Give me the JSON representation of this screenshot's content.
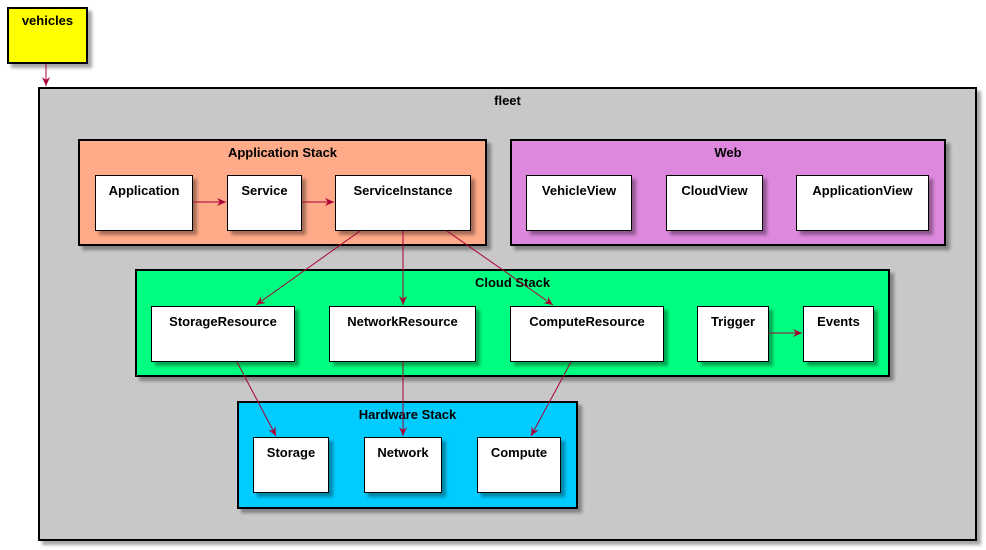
{
  "colors": {
    "vehicles": "#ffff00",
    "fleet": "#c8c8c8",
    "application_stack": "#ffaa88",
    "web": "#dd88dd",
    "cloud_stack": "#00ff80",
    "hardware_stack": "#00ccff",
    "arrow": "#a80036"
  },
  "vehicles": {
    "label": "vehicles"
  },
  "fleet": {
    "label": "fleet",
    "application_stack": {
      "label": "Application Stack",
      "nodes": {
        "application": "Application",
        "service": "Service",
        "service_instance": "ServiceInstance"
      }
    },
    "web": {
      "label": "Web",
      "nodes": {
        "vehicle_view": "VehicleView",
        "cloud_view": "CloudView",
        "application_view": "ApplicationView"
      }
    },
    "cloud_stack": {
      "label": "Cloud Stack",
      "nodes": {
        "storage_resource": "StorageResource",
        "network_resource": "NetworkResource",
        "compute_resource": "ComputeResource",
        "trigger": "Trigger",
        "events": "Events"
      }
    },
    "hardware_stack": {
      "label": "Hardware Stack",
      "nodes": {
        "storage": "Storage",
        "network": "Network",
        "compute": "Compute"
      }
    }
  },
  "edges": [
    [
      "vehicles",
      "fleet"
    ],
    [
      "application",
      "service"
    ],
    [
      "service",
      "service_instance"
    ],
    [
      "service_instance",
      "storage_resource"
    ],
    [
      "service_instance",
      "network_resource"
    ],
    [
      "service_instance",
      "compute_resource"
    ],
    [
      "trigger",
      "events"
    ],
    [
      "storage_resource",
      "storage"
    ],
    [
      "network_resource",
      "network"
    ],
    [
      "compute_resource",
      "compute"
    ]
  ]
}
